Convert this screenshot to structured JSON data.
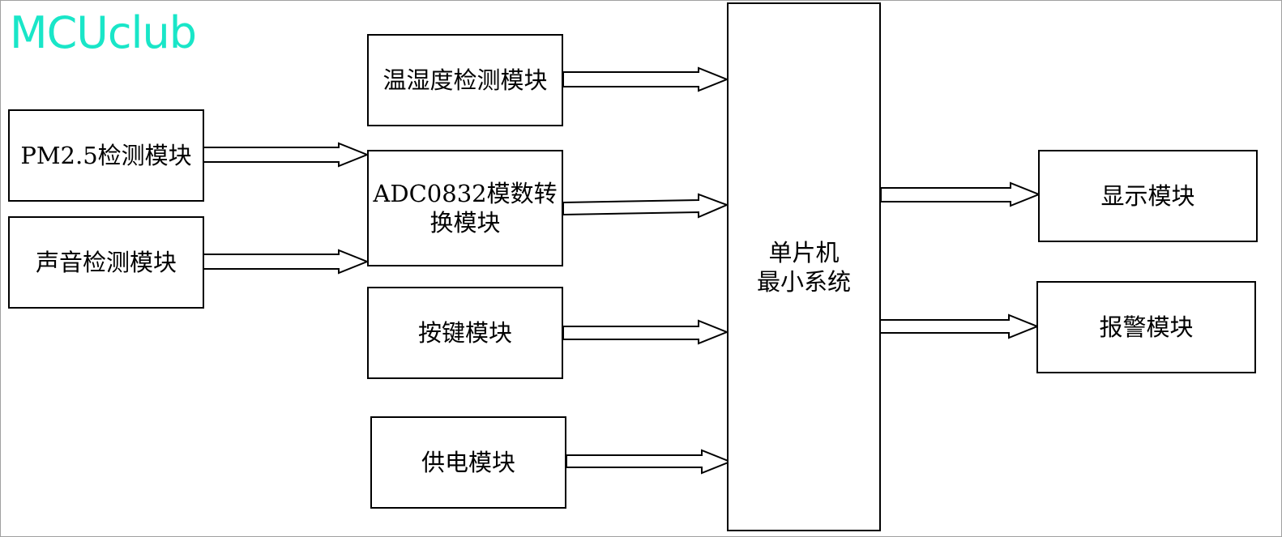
{
  "logo": {
    "text": "MCUclub",
    "color": "#19e6c8"
  },
  "diagram": {
    "line_color": "#000000",
    "modules": {
      "pm25": "PM2.5检测模块",
      "sound": "声音检测模块",
      "temp_humidity": "温湿度检测模块",
      "adc": "ADC0832模数转\n换模块",
      "keys": "按键模块",
      "power": "供电模块",
      "mcu": "单片机\n最小系统",
      "display": "显示模块",
      "alarm": "报警模块"
    },
    "connections": [
      {
        "from": "pm25",
        "to": "adc"
      },
      {
        "from": "sound",
        "to": "adc"
      },
      {
        "from": "temp_humidity",
        "to": "mcu"
      },
      {
        "from": "adc",
        "to": "mcu"
      },
      {
        "from": "keys",
        "to": "mcu"
      },
      {
        "from": "power",
        "to": "mcu"
      },
      {
        "from": "mcu",
        "to": "display"
      },
      {
        "from": "mcu",
        "to": "alarm"
      }
    ]
  }
}
